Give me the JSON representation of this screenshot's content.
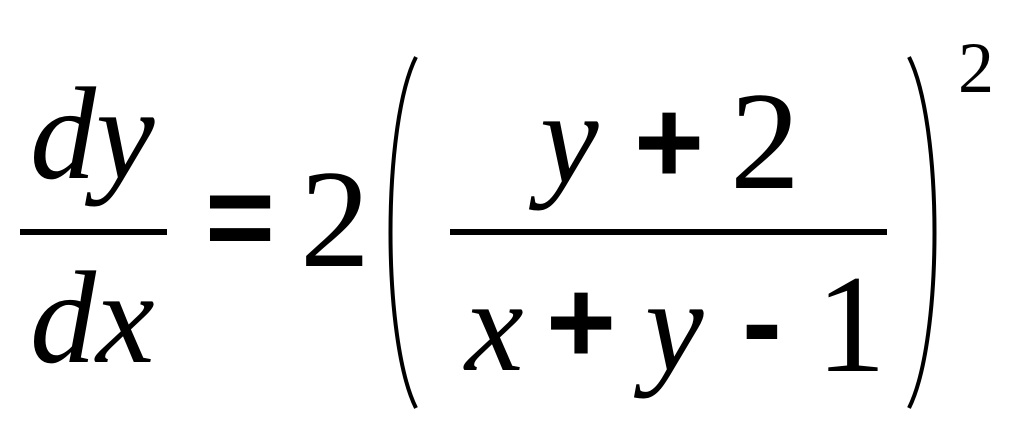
{
  "equation": {
    "lhs": {
      "numerator": "dy",
      "denominator": "dx"
    },
    "equals": "=",
    "coefficient": "2",
    "rhs": {
      "numerator": {
        "y": "y",
        "plus": "+",
        "constant": "2"
      },
      "denominator": {
        "x": "x",
        "plus": "+",
        "y": "y",
        "minus": "-",
        "constant": "1"
      }
    },
    "exponent": "2"
  }
}
